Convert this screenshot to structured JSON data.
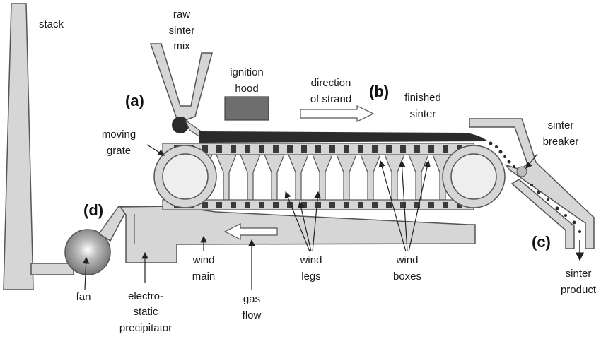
{
  "diagram": {
    "colors": {
      "equipment_fill": "#d6d6d6",
      "outline": "#555555",
      "sinter_bed": "#2b2b2b",
      "hood_fill": "#6e6e6e",
      "roller_fill": "#eeeeee",
      "pallet_dark": "#3a3a3a"
    },
    "tags": {
      "a": "(a)",
      "b": "(b)",
      "c": "(c)",
      "d": "(d)"
    },
    "labels": {
      "stack": "stack",
      "raw_mix": [
        "raw",
        "sinter",
        "mix"
      ],
      "ignition_hood": [
        "ignition",
        "hood"
      ],
      "direction": [
        "direction",
        "of strand"
      ],
      "finished": [
        "finished",
        "sinter"
      ],
      "moving_grate": [
        "moving",
        "grate"
      ],
      "breaker": [
        "sinter",
        "breaker"
      ],
      "fan": "fan",
      "precipitator": [
        "electro-",
        "static",
        "precipitator"
      ],
      "wind_main": [
        "wind",
        "main"
      ],
      "gas_flow": [
        "gas",
        "flow"
      ],
      "wind_legs": [
        "wind",
        "legs"
      ],
      "wind_boxes": [
        "wind",
        "boxes"
      ],
      "product": [
        "sinter",
        "product"
      ]
    }
  }
}
